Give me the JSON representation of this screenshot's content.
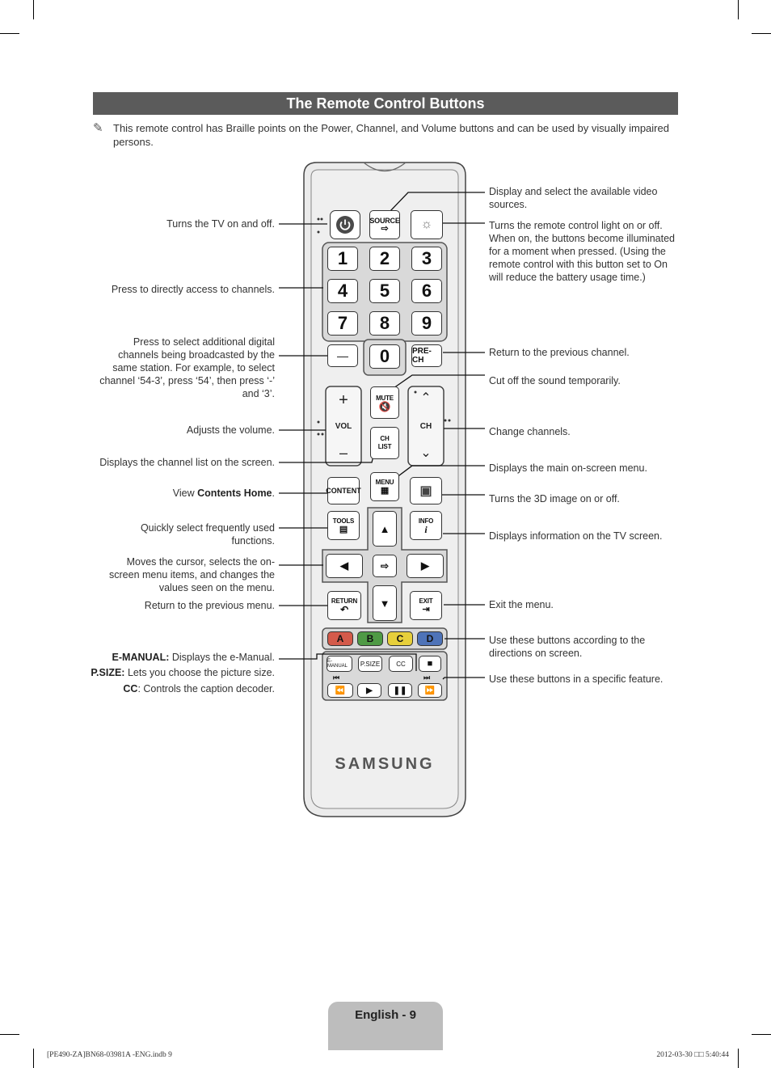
{
  "page": {
    "title": "The Remote Control Buttons",
    "note": "This remote control has Braille points on the Power, Channel, and Volume buttons and can be used by visually impaired persons.",
    "page_label": "English - 9",
    "footer_left": "[PE490-ZA]BN68-03981A -ENG.indb   9",
    "footer_right": "2012-03-30   □□ 5:40:44"
  },
  "left_callouts": [
    {
      "text": "Turns the TV on and off."
    },
    {
      "text": "Press to directly access to channels."
    },
    {
      "text": "Press to select additional digital channels being broadcasted by the same station. For example, to select channel ‘54-3’, press ‘54’, then press ‘-’ and ‘3’."
    },
    {
      "text": "Adjusts the volume."
    },
    {
      "text": "Displays the channel list on the screen."
    },
    {
      "prefix": "View ",
      "bold": "Contents Home",
      "suffix": "."
    },
    {
      "text": "Quickly select frequently used functions."
    },
    {
      "text": "Moves the cursor, selects the on-screen menu items, and changes the values seen on the menu."
    },
    {
      "text": "Return to the previous menu."
    },
    {
      "bold": "E-MANUAL:",
      "suffix": " Displays the e-Manual."
    },
    {
      "bold": "P.SIZE:",
      "suffix": " Lets you choose the picture size."
    },
    {
      "bold": "CC",
      "suffix": ": Controls the caption decoder."
    }
  ],
  "right_callouts": [
    {
      "text": "Display and select the available video sources."
    },
    {
      "text": "Turns the remote control light on or off. When on, the buttons become illuminated for a moment when pressed. (Using the remote control with this button set to On will reduce the battery usage time.)"
    },
    {
      "text": "Return to the previous channel."
    },
    {
      "text": "Cut off the sound temporarily."
    },
    {
      "text": "Change channels."
    },
    {
      "text": "Displays the main on-screen menu."
    },
    {
      "text": "Turns the 3D image on or off."
    },
    {
      "text": "Displays information on the TV screen."
    },
    {
      "text": "Exit the menu."
    },
    {
      "text": "Use these buttons according to the directions on screen."
    },
    {
      "text": "Use these buttons in a specific feature."
    }
  ],
  "remote": {
    "source": "SOURCE",
    "numbers": [
      "1",
      "2",
      "3",
      "4",
      "5",
      "6",
      "7",
      "8",
      "9",
      "0"
    ],
    "dash": "—",
    "prech": "PRE-CH",
    "mute": "MUTE",
    "vol": "VOL",
    "ch": "CH",
    "chlist_1": "CH",
    "chlist_2": "LIST",
    "menu": "MENU",
    "content": "CONTENT",
    "tools": "TOOLS",
    "info": "INFO",
    "return": "RETURN",
    "exit": "EXIT",
    "color_keys": [
      "A",
      "B",
      "C",
      "D"
    ],
    "color_values": [
      "#d45a4a",
      "#4f9a45",
      "#e7cf3a",
      "#4e73b8"
    ],
    "emanual": "E-MANUAL",
    "psize": "P.SIZE",
    "cc": "CC",
    "brand": "SAMSUNG"
  }
}
